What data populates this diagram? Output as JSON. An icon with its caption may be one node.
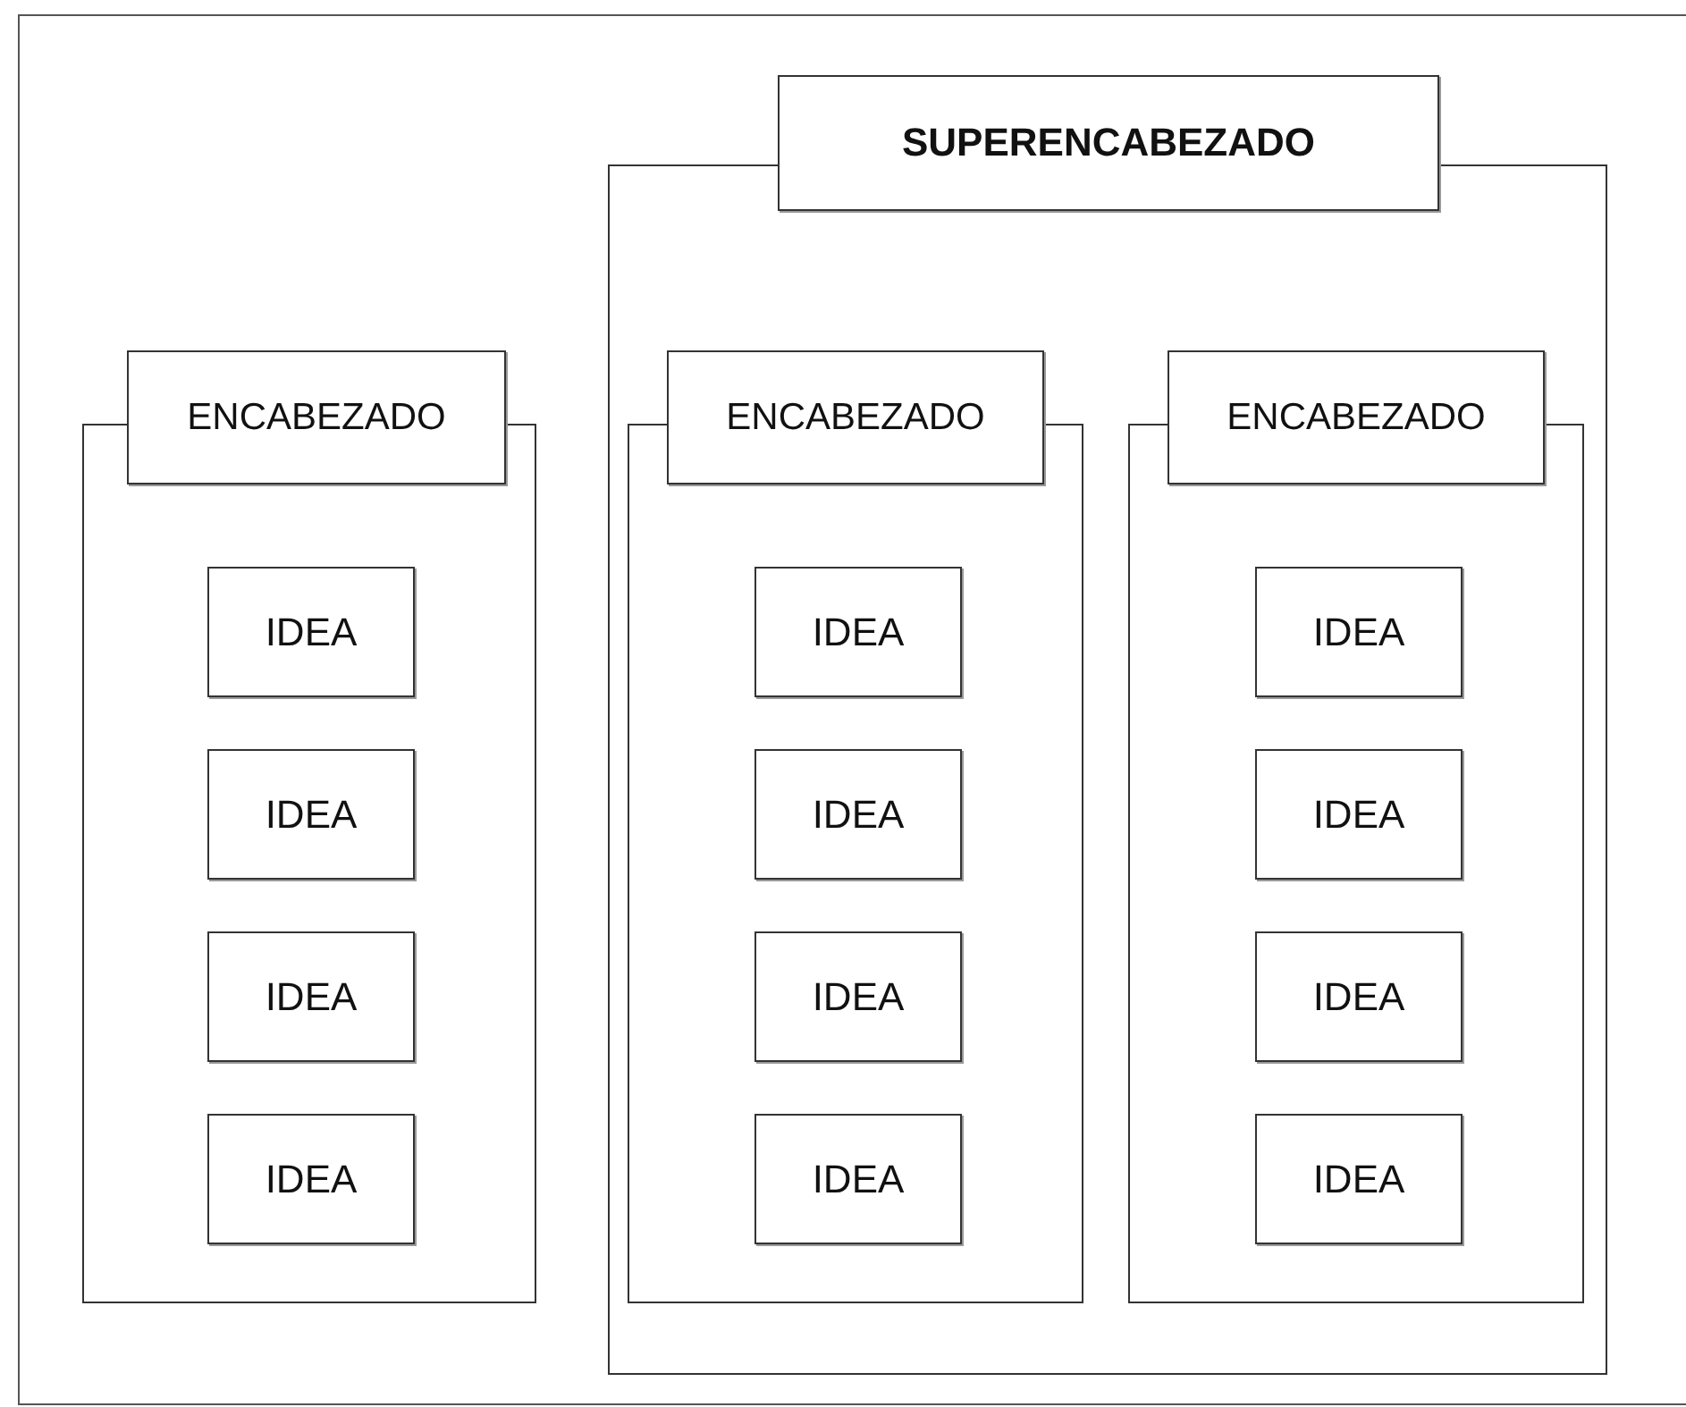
{
  "diagram": {
    "nodes": [
      {
        "text": [
          "ENCABEZADO"
        ]
      },
      {
        "text": [
          "IDEA"
        ],
        "in": 0
      },
      {
        "text": [
          "IDEA"
        ],
        "in": 0
      },
      {
        "text": [
          "IDEA"
        ],
        "in": 0
      },
      {
        "text": [
          "IDEA"
        ],
        "in": 0
      },
      {
        "text": [
          "SUPERENCABEZADO"
        ]
      },
      {
        "text": [
          "ENCABEZADO"
        ],
        "in": 5
      },
      {
        "text": [
          "IDEA"
        ],
        "in": 6
      },
      {
        "text": [
          "IDEA"
        ],
        "in": 6
      },
      {
        "text": [
          "IDEA"
        ],
        "in": 6
      },
      {
        "text": [
          "IDEA"
        ],
        "in": 6
      },
      {
        "text": [
          "ENCABEZADO"
        ],
        "in": 5
      },
      {
        "text": [
          "IDEA"
        ],
        "in": 11
      },
      {
        "text": [
          "IDEA"
        ],
        "in": 11
      },
      {
        "text": [
          "IDEA"
        ],
        "in": 11
      },
      {
        "text": [
          "IDEA"
        ],
        "in": 11
      }
    ]
  }
}
